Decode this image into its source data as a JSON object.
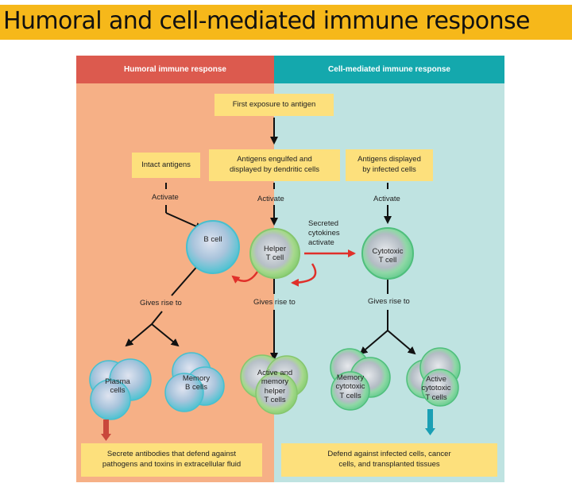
{
  "title": "Humoral and cell-mediated immune response",
  "headers": {
    "humoral": "Humoral immune response",
    "cell_mediated": "Cell-mediated immune response"
  },
  "boxes": {
    "first_exposure": "First exposure to antigen",
    "intact_antigens": "Intact antigens",
    "dendritic": [
      "Antigens engulfed and",
      "displayed by dendritic cells"
    ],
    "infected": [
      "Antigens displayed",
      "by infected cells"
    ],
    "humoral_outcome": [
      "Secrete antibodies that defend against",
      "pathogens and toxins in extracellular fluid"
    ],
    "cell_outcome": [
      "Defend against infected cells, cancer",
      "cells, and transplanted tissues"
    ]
  },
  "labels": {
    "activate": "Activate",
    "gives_rise_to": "Gives rise to",
    "cytokines": [
      "Secreted",
      "cytokines",
      "activate"
    ]
  },
  "cells": {
    "b_cell": [
      "B cell"
    ],
    "helper_t": [
      "Helper",
      "T cell"
    ],
    "cytotoxic_t": [
      "Cytotoxic",
      "T cell"
    ],
    "plasma": [
      "Plasma",
      "cells"
    ],
    "memory_b": [
      "Memory",
      "B cells"
    ],
    "helper_group": [
      "Active and",
      "memory",
      "helper",
      "T cells"
    ],
    "memory_cytotoxic": [
      "Memory",
      "cytotoxic",
      "T cells"
    ],
    "active_cytotoxic": [
      "Active",
      "cytotoxic",
      "T cells"
    ]
  },
  "colors": {
    "title_bg": "#f6b81a",
    "humoral_header": "#dc5a4e",
    "cell_header": "#14a8ad",
    "humoral_bg": "#f6b086",
    "cell_bg": "#bfe3e1",
    "box_bg": "#fde07c",
    "red_arrow": "#e0302a"
  }
}
